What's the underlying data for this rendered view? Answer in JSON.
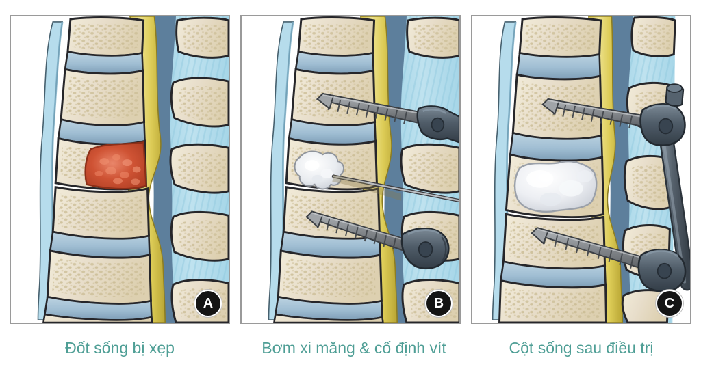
{
  "figure": {
    "title": "Spinal compression fracture treatment sequence",
    "panel_count": 3,
    "caption_color": "#4e9e95",
    "panel_border_color": "#9a9a9a",
    "background_color": "#ffffff"
  },
  "palette": {
    "bone_fill": "#e6dcc0",
    "bone_fill_light": "#efe7d2",
    "bone_outline": "#2a2a2a",
    "trabecula": "#c9bb93",
    "cortical_rim": "#f2ebd8",
    "disc_blue": "#a8c4d6",
    "disc_blue_dark": "#7b9cb4",
    "dura_blue": "#5d7f9c",
    "ligament_blue": "#b2dceb",
    "ligament_stripe": "#8fc8dd",
    "cord_yellow": "#ddcc55",
    "cord_yellow_light": "#ece08a",
    "cord_yellow_dark": "#c3b03a",
    "fracture_red": "#c9472c",
    "fracture_red_light": "#e2785a",
    "cement_white": "#f2f3f5",
    "cement_gray": "#c9ccd4",
    "metal_screw": "#8e9195",
    "metal_screw_dark": "#5c6066",
    "metal_head": "#4e5a66",
    "metal_head_light": "#6f7d8a",
    "rod_gray": "#5a656f"
  },
  "panels": [
    {
      "id": "A",
      "badge_label": "A",
      "caption": "Đốt sống bị xẹp",
      "description": "Collapsed vertebra compressing the spinal cord",
      "features": [
        "vertebral-bodies",
        "intervertebral-discs",
        "spinal-cord",
        "ligamentum-flavum",
        "facet-joints",
        "fracture-wedge"
      ]
    },
    {
      "id": "B",
      "badge_label": "B",
      "caption": "Bơm xi măng & cố định vít",
      "description": "Cement injection and pedicle screw fixation",
      "features": [
        "vertebral-bodies",
        "intervertebral-discs",
        "spinal-cord",
        "ligamentum-flavum",
        "pedicle-screw-upper",
        "pedicle-screw-lower",
        "screw-head-upper",
        "screw-head-lower",
        "cement-needle",
        "cement-bolus"
      ]
    },
    {
      "id": "C",
      "badge_label": "C",
      "caption": "Cột sống sau điều trị",
      "description": "Spine after treatment with cement augmentation and rod fixation",
      "features": [
        "vertebral-bodies",
        "intervertebral-discs",
        "spinal-cord",
        "ligamentum-flavum",
        "pedicle-screw-upper",
        "pedicle-screw-lower",
        "screw-head-upper",
        "screw-head-lower",
        "connecting-rod",
        "cement-filled-vertebra"
      ]
    }
  ]
}
